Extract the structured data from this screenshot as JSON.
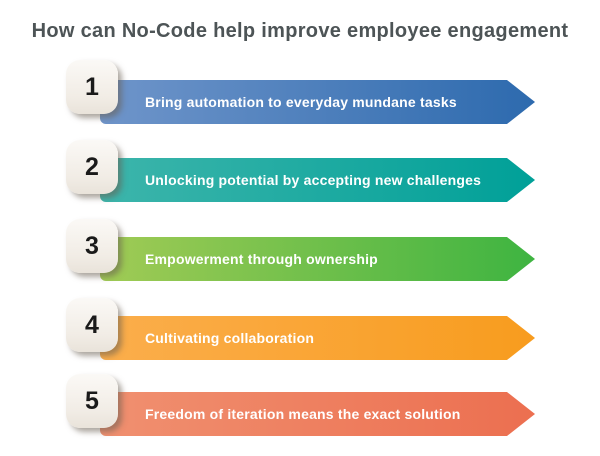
{
  "title": "How can No-Code help improve employee engagement",
  "colors": {
    "title_text": "#4d5456",
    "banner_text": "#ffffff",
    "number_box_bg": "#f6f2ec",
    "number_text": "#1a1a1a"
  },
  "steps": [
    {
      "number": "1",
      "label": "Bring automation to everyday mundane tasks",
      "gradient_start": "#6f95ca",
      "gradient_end": "#2d6aae"
    },
    {
      "number": "2",
      "label": "Unlocking potential by accepting new challenges",
      "gradient_start": "#3db5ab",
      "gradient_end": "#00a098"
    },
    {
      "number": "3",
      "label": "Empowerment through ownership",
      "gradient_start": "#a1cb55",
      "gradient_end": "#3eb441"
    },
    {
      "number": "4",
      "label": "Cultivating collaboration",
      "gradient_start": "#fbae4c",
      "gradient_end": "#f89c1e"
    },
    {
      "number": "5",
      "label": "Freedom of iteration means the exact solution",
      "gradient_start": "#f09070",
      "gradient_end": "#ec6f50"
    }
  ]
}
